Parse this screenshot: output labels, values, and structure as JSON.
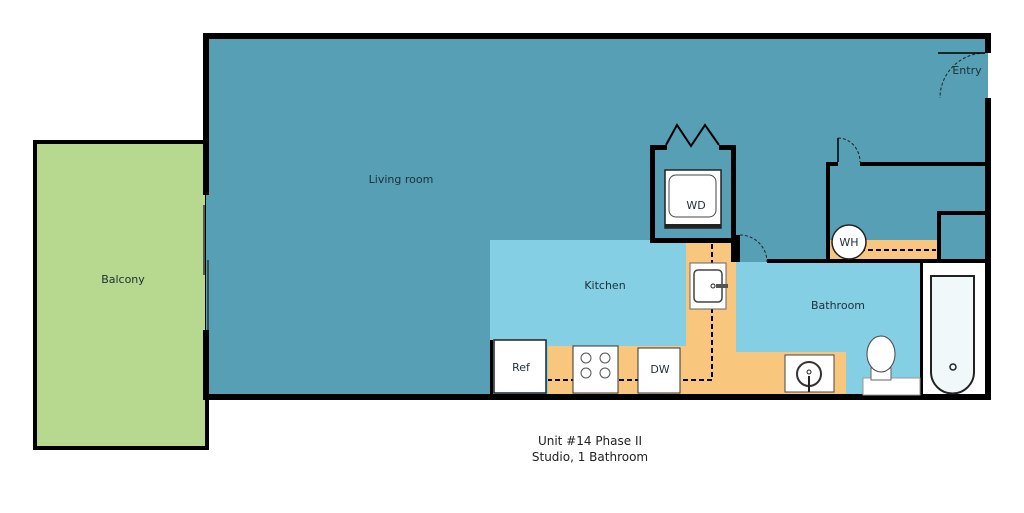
{
  "rooms": {
    "living_room": "Living room",
    "balcony": "Balcony",
    "kitchen": "Kitchen",
    "bathroom": "Bathroom",
    "entry": "Entry"
  },
  "fixtures": {
    "washer_dryer": "WD",
    "water_heater": "WH",
    "refrigerator": "Ref",
    "dishwasher": "DW"
  },
  "caption": {
    "unit": "Unit #14 Phase II",
    "type": "Studio, 1 Bathroom"
  },
  "colors": {
    "living": "#569fb5",
    "kitchen_bath": "#85cfe4",
    "balcony": "#b7d98f",
    "counter": "#f8c77d"
  }
}
